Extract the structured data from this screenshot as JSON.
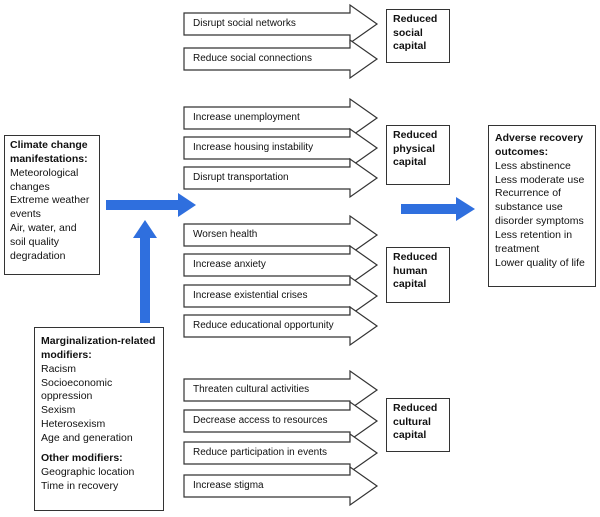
{
  "climate": {
    "title": "Climate change manifestations:",
    "items": [
      "Meteorological changes",
      "Extreme weather events",
      "Air, water, and soil quality degradation"
    ]
  },
  "modifiers": {
    "title": "Marginalization-related modifiers:",
    "items": [
      "Racism",
      "Socioeconomic oppression",
      "Sexism",
      "Heterosexism",
      "Age and generation"
    ],
    "other_title": "Other modifiers:",
    "other_items": [
      "Geographic location",
      "Time in recovery"
    ]
  },
  "pathways": [
    "Disrupt social networks",
    "Reduce social connections",
    "Increase unemployment",
    "Increase housing instability",
    "Disrupt transportation",
    "Worsen health",
    "Increase anxiety",
    "Increase existential crises",
    "Reduce educational opportunity",
    "Threaten cultural activities",
    "Decrease access to resources",
    "Reduce participation in events",
    "Increase stigma"
  ],
  "capitals": {
    "social": "Reduced social capital",
    "physical": "Reduced physical capital",
    "human": "Reduced human capital",
    "cultural": "Reduced cultural capital"
  },
  "outcomes": {
    "title": "Adverse recovery outcomes:",
    "items": [
      "Less abstinence",
      "Less moderate use",
      "Recurrence of substance use disorder symptoms",
      "Less retention in treatment",
      "Lower quality of life"
    ]
  },
  "colors": {
    "accent_arrow": "#2f6fde",
    "outline": "#333333"
  }
}
